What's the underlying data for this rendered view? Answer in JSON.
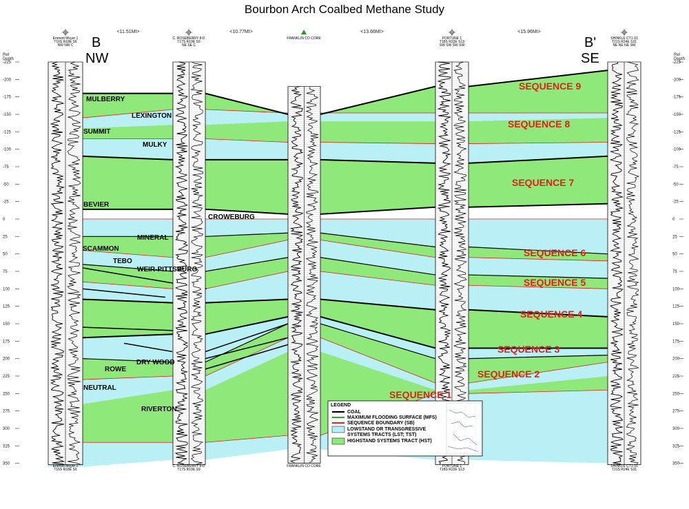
{
  "title": "Bourbon Arch Coalbed Methane Study",
  "axis": {
    "label_line1": "Rel",
    "label_line2": "Depth",
    "ticks": [
      "-225",
      "-200",
      "-175",
      "-150",
      "-125",
      "-100",
      "-75",
      "-50",
      "-25",
      "0",
      "25",
      "50",
      "75",
      "100",
      "125",
      "150",
      "175",
      "200",
      "225",
      "250",
      "275",
      "300",
      "325",
      "350"
    ]
  },
  "section_ends": {
    "left_top": "B",
    "left_bottom": "NW",
    "right_top": "B'",
    "right_bottom": "SE"
  },
  "distances": [
    "<11.51MI>",
    "<10.77MI>",
    "<13.66MI>",
    "<15.96MI>"
  ],
  "wells": [
    {
      "top1": "Emmett Moyer 1",
      "top2": "T16S R18E S6",
      "top3": "NW NW C",
      "bottom1": "Emmett Moyer 1",
      "bottom2": "T16S R18E S6"
    },
    {
      "top1": "C. ROSEBERRY 8-D",
      "top2": "T17S R19E S9",
      "top3": "NE SE C",
      "bottom1": "C. ROSEBERRY 8-D",
      "bottom2": "T17S R19E S9"
    },
    {
      "top1": "FRANKLIN CO CORE",
      "top2": "",
      "top3": "",
      "bottom1": "FRANKLIN CO CORE",
      "bottom2": ""
    },
    {
      "top1": "FORTUNE 1",
      "top2": "T18S R22E S13",
      "top3": "SW SW SW SW",
      "bottom1": "FORTUNE 1",
      "bottom2": "T18S R22E S13"
    },
    {
      "top1": "SHINKLE CT1-31",
      "top2": "T21S R24E S31",
      "top3": "NE NE NE SW",
      "bottom1": "SHINKLE CT1-31",
      "bottom2": "T21S R24E S31"
    }
  ],
  "formations": [
    "MULBERRY",
    "LEXINGTON",
    "SUMMIT",
    "MULKY",
    "BEVIER",
    "CROWEBURG",
    "MINERAL",
    "SCAMMON",
    "TEBO",
    "WEIR-PITTSBURG",
    "DRY WOOD",
    "ROWE",
    "NEUTRAL",
    "RIVERTON"
  ],
  "sequences": [
    "SEQUENCE 9",
    "SEQUENCE 8",
    "SEQUENCE 7",
    "SEQUENCE 6",
    "SEQUENCE 5",
    "SEQUENCE 4",
    "SEQUENCE 3",
    "SEQUENCE 2",
    "SEQUENCE 1"
  ],
  "legend": {
    "title": "LEGEND",
    "items": [
      {
        "label": "COAL",
        "kind": "line",
        "color": "#000000"
      },
      {
        "label": "MAXIMUM FLOODING SURFACE (MFS)",
        "kind": "line",
        "color": "#2aa82a"
      },
      {
        "label": "SEQUENCE BOUNDARY (SB)",
        "kind": "line",
        "color": "#e0201a"
      },
      {
        "label": "LOWSTAND OR TRANSGRESSIVE",
        "label2": "SYSTEMS TRACTS (LST; TST)",
        "kind": "box",
        "color": "#b8f0f5"
      },
      {
        "label": "HIGHSTAND SYSTEMS TRACT (HST)",
        "kind": "box",
        "color": "#8ee87a"
      }
    ]
  },
  "colors": {
    "hst": "#8ee87a",
    "lst": "#b8f0f5",
    "sb": "#e0201a",
    "coal": "#000000",
    "sequence_label": "#e0201a"
  }
}
